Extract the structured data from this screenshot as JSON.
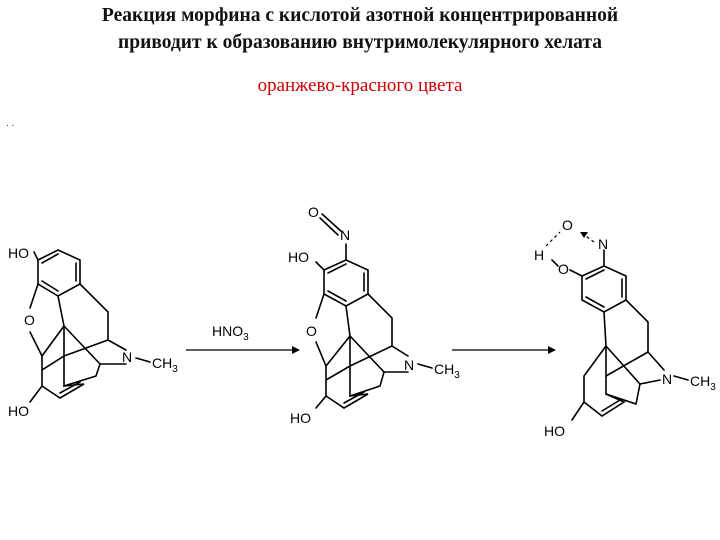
{
  "slide": {
    "title_line1": "Реакция морфина с кислотой азотной концентрированной",
    "title_line2": "приводит к образованию внутримолекулярного хелата",
    "subtitle": "оранжево-красного цвета",
    "corner_marks": ".      ."
  },
  "reaction": {
    "reagent": "HNO",
    "reagent_sub": "3",
    "molecule1": {
      "oh_top": "HO",
      "oh_bottom": "HO",
      "ring_o": "O",
      "n": "N",
      "methyl": "CH",
      "methyl_sub": "3"
    },
    "molecule2": {
      "oh_top": "HO",
      "oh_bottom": "HO",
      "ring_o": "O",
      "n": "N",
      "methyl": "CH",
      "methyl_sub": "3",
      "nitroso_o": "O",
      "nitroso_n": "N"
    },
    "molecule3": {
      "oh_bottom": "HO",
      "chelate_h": "H",
      "chelate_o_phenol": "O",
      "chelate_o_nitroso": "O",
      "nitroso_n": "N",
      "n": "N",
      "methyl": "CH",
      "methyl_sub": "3"
    }
  },
  "colors": {
    "title": "#111111",
    "subtitle": "#cc0000",
    "structure": "#000000"
  }
}
